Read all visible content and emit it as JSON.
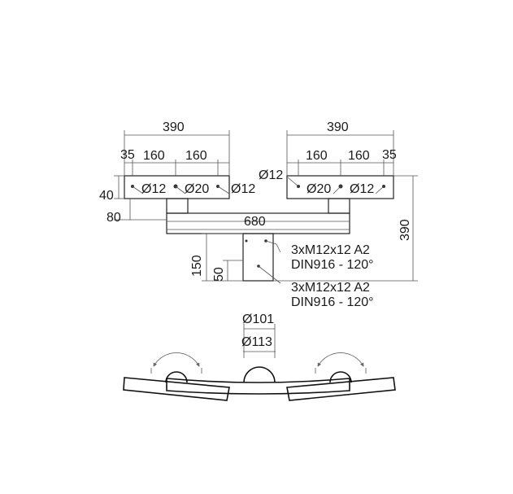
{
  "dimensions": {
    "arm_left_width": "390",
    "arm_right_width": "390",
    "edge_left": "35",
    "edge_right": "35",
    "spacing_left_a": "160",
    "spacing_left_b": "160",
    "spacing_right_a": "160",
    "spacing_right_b": "160",
    "height_40": "40",
    "height_80": "80",
    "total_height_right": "390",
    "crossbar_length": "680",
    "post_height_150": "150",
    "post_height_50": "50",
    "diam_101": "Ø101",
    "diam_113": "Ø113"
  },
  "holes": {
    "left_outer": "Ø12",
    "left_center": "Ø20",
    "left_inner": "Ø12",
    "right_inner": "Ø12",
    "right_center": "Ø20",
    "right_outer": "Ø12"
  },
  "notes": {
    "screw_1_line1": "3xM12x12 A2",
    "screw_1_line2": "DIN916 - 120°",
    "screw_2_line1": "3xM12x12 A2",
    "screw_2_line2": "DIN916 - 120°"
  }
}
